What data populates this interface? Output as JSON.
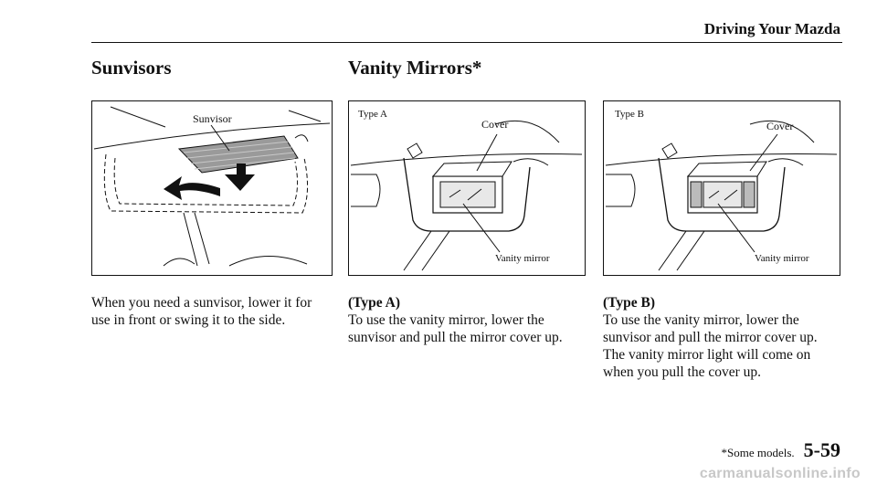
{
  "header": {
    "title": "Driving Your Mazda"
  },
  "sunvisors": {
    "heading": "Sunvisors",
    "figure_label": "Sunvisor",
    "body": "When you need a sunvisor, lower it for use in front or swing it to the side."
  },
  "vanity": {
    "heading": "Vanity Mirrors*",
    "type_a": {
      "figure_title": "Type A",
      "cover_label": "Cover",
      "mirror_label": "Vanity mirror",
      "subheading": "(Type A)",
      "body": "To use the vanity mirror, lower the sunvisor and pull the mirror cover up."
    },
    "type_b": {
      "figure_title": "Type B",
      "cover_label": "Cover",
      "mirror_label": "Vanity mirror",
      "subheading": "(Type B)",
      "body": "To use the vanity mirror, lower the sunvisor and pull the mirror cover up. The vanity mirror light will come on when you pull the cover up."
    }
  },
  "footer": {
    "footnote": "*Some models.",
    "page_number": "5-59"
  },
  "watermark": "carmanualsonline.info"
}
